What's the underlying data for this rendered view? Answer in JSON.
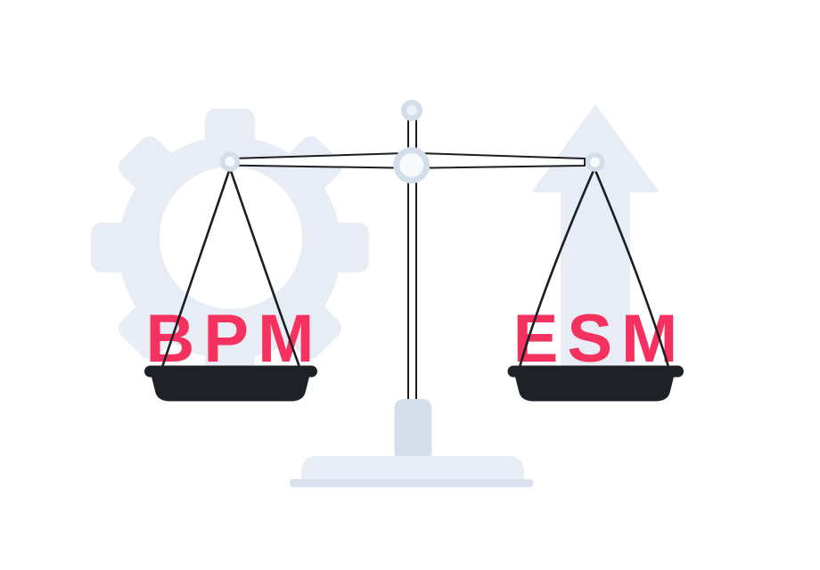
{
  "illustration": {
    "name": "BPM vs ESM balance scale illustration",
    "left_label": "BPM",
    "right_label": "ESM"
  },
  "icons": {
    "left_pan_symbol": "gear-icon",
    "right_pan_symbol": "arrow-up-icon",
    "center_symbol": "balance-scale"
  },
  "colors": {
    "background": "#ffffff",
    "shape_light": "#E8EDF5",
    "shape_mid": "#D6DEEB",
    "shape_mound": "#E9EEF6",
    "shape_plate": "#DAE1EE",
    "ring": "#D4DDEA",
    "ring_inner": "#F7FAFD",
    "knob_inner": "#ECF1F8",
    "pan_dark": "#1E2126",
    "line_dark": "#1B1E23",
    "accent": "#F5315F"
  }
}
